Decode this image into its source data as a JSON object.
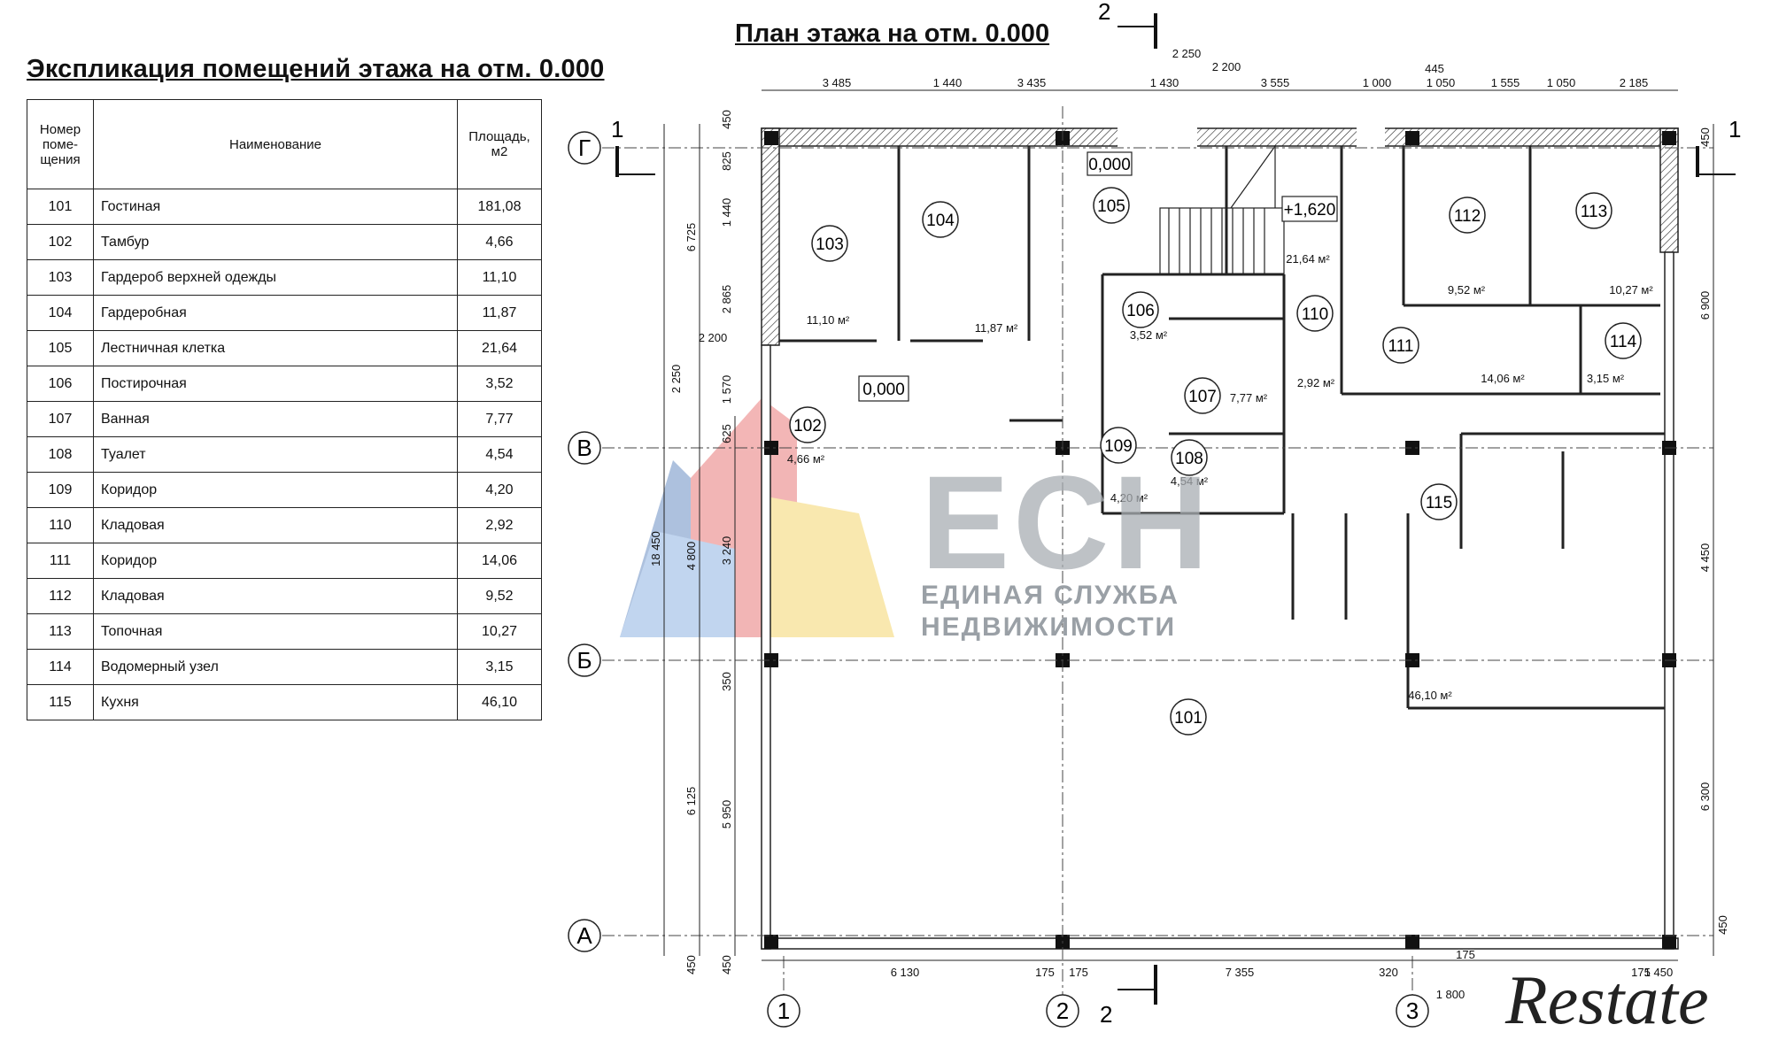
{
  "explication": {
    "title": "Экспликация помещений этажа на отм. 0.000",
    "headers": {
      "num": "Номер поме- щения",
      "name": "Наименование",
      "area": "Площадь, м2"
    },
    "rows": [
      {
        "num": "101",
        "name": "Гостиная",
        "area": "181,08"
      },
      {
        "num": "102",
        "name": "Тамбур",
        "area": "4,66"
      },
      {
        "num": "103",
        "name": "Гардероб верхней одежды",
        "area": "11,10"
      },
      {
        "num": "104",
        "name": "Гардеробная",
        "area": "11,87"
      },
      {
        "num": "105",
        "name": "Лестничная клетка",
        "area": "21,64"
      },
      {
        "num": "106",
        "name": "Постирочная",
        "area": "3,52"
      },
      {
        "num": "107",
        "name": "Ванная",
        "area": "7,77"
      },
      {
        "num": "108",
        "name": "Туалет",
        "area": "4,54"
      },
      {
        "num": "109",
        "name": "Коридор",
        "area": "4,20"
      },
      {
        "num": "110",
        "name": "Кладовая",
        "area": "2,92"
      },
      {
        "num": "111",
        "name": "Коридор",
        "area": "14,06"
      },
      {
        "num": "112",
        "name": "Кладовая",
        "area": "9,52"
      },
      {
        "num": "113",
        "name": "Топочная",
        "area": "10,27"
      },
      {
        "num": "114",
        "name": "Водомерный узел",
        "area": "3,15"
      },
      {
        "num": "115",
        "name": "Кухня",
        "area": "46,10"
      }
    ]
  },
  "plan": {
    "title": "План этажа на отм. 0.000",
    "axes_rows": [
      "Г",
      "В",
      "Б",
      "А"
    ],
    "axes_cols": [
      "1",
      "2",
      "3"
    ],
    "section_marks": [
      "1",
      "1",
      "2",
      "2"
    ],
    "levels": [
      "0,000",
      "0,000",
      "+1,620"
    ],
    "dims_top": [
      "3 485",
      "1 440",
      "3 435",
      "1 430",
      "3 555",
      "1 000",
      "1 050",
      "1 555",
      "1 050",
      "2 185",
      "2 250",
      "2 200",
      "445"
    ],
    "dims_bottom": [
      "6 130",
      "175",
      "175",
      "7 355",
      "320",
      "1 800",
      "175",
      "1 450",
      "175"
    ],
    "dims_left": [
      "450",
      "825",
      "1 440",
      "6 725",
      "2 865",
      "1 570",
      "2 250",
      "2 200",
      "625",
      "18 450",
      "4 800",
      "3 240",
      "350",
      "5 950",
      "6 125",
      "450",
      "450"
    ],
    "dims_right": [
      "450",
      "6 900",
      "4 450",
      "6 300",
      "450"
    ],
    "room_areas": {
      "103": "11,10 м²",
      "104": "11,87 м²",
      "105": "21,64 м²",
      "106": "3,52 м²",
      "107": "7,77 м²",
      "108": "4,54 м²",
      "109": "4,20 м²",
      "110": "2,92 м²",
      "111": "14,06 м²",
      "112": "9,52 м²",
      "113": "10,27 м²",
      "114": "3,15 м²",
      "102": "4,66 м²",
      "115": "46,10 м²"
    }
  },
  "watermarks": {
    "logo": "ЕСН",
    "line1": "ЕДИНАЯ СЛУЖБА",
    "line2": "НЕДВИЖИМОСТИ",
    "restate": "Restate"
  }
}
